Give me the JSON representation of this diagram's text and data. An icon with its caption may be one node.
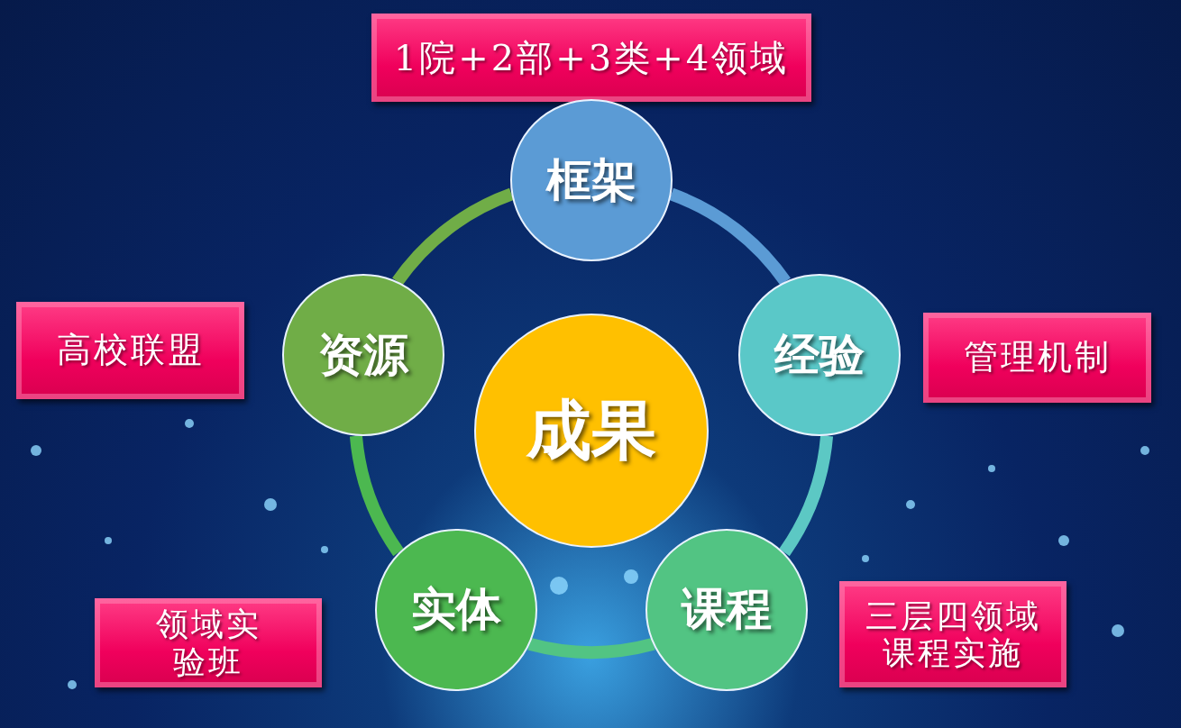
{
  "diagram": {
    "nodes": [
      {
        "text": [
          "1院+2部+3类+4领域"
        ]
      },
      {
        "text": [
          "框架"
        ]
      },
      {
        "text": [
          "高校联盟"
        ]
      },
      {
        "text": [
          "资源"
        ]
      },
      {
        "text": [
          "经验"
        ]
      },
      {
        "text": [
          "管理机制"
        ]
      },
      {
        "text": [
          "成果"
        ]
      },
      {
        "text": [
          "实体"
        ]
      },
      {
        "text": [
          "课程"
        ]
      },
      {
        "text": [
          "领域实验班"
        ]
      },
      {
        "text": [
          "三层四领域课程实施"
        ]
      }
    ],
    "edges": [
      {
        "from": 1,
        "to": 4,
        "arrow": "none",
        "color": "#5b9bd5"
      },
      {
        "from": 4,
        "to": 8,
        "arrow": "none",
        "color": "#5cc8c4"
      },
      {
        "from": 8,
        "to": 7,
        "arrow": "none",
        "color": "#52c483"
      },
      {
        "from": 7,
        "to": 3,
        "arrow": "none",
        "color": "#4cb850"
      },
      {
        "from": 3,
        "to": 1,
        "arrow": "none",
        "color": "#70ad47"
      }
    ]
  }
}
